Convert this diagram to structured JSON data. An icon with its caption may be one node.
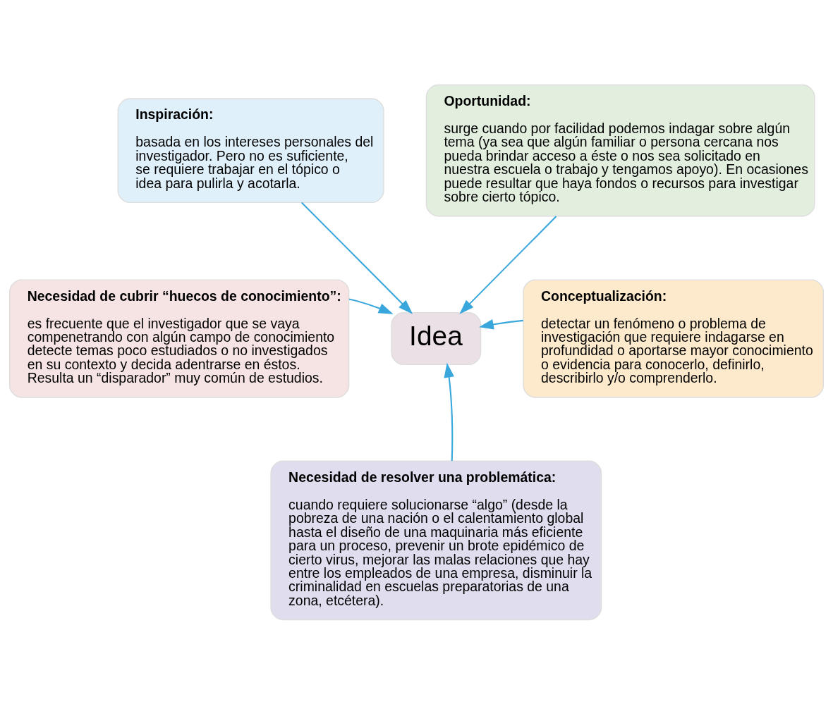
{
  "diagram": {
    "nodes": [
      {
        "text": [
          "Inspiración:",
          "basada en los intereses personales del investigador. Pero no es suficiente, se requiere trabajar en el tópico o idea para pulirla y acotarla."
        ]
      },
      {
        "text": [
          "Oportunidad:",
          "surge cuando por facilidad podemos indagar sobre algún tema (ya sea que algún familiar o persona cercana nos pueda brindar acceso a éste o nos sea solicitado en nuestra escuela o trabajo y tengamos apoyo). En ocasiones puede resultar que haya fondos o recursos para investigar sobre cierto tópico."
        ]
      },
      {
        "text": [
          "Necesidad de cubrir “huecos de conocimiento”:",
          "es frecuente que el investigador que se vaya compenetrando con algún campo de conocimiento detecte temas poco estudiados o no investigados en su contexto y decida adentrarse en éstos. Resulta un “disparador” muy común de estudios."
        ]
      },
      {
        "text": [
          "Idea"
        ]
      },
      {
        "text": [
          "Conceptualización:",
          "detectar un fenómeno o problema de investigación que requiere indagarse en profundidad o aportarse mayor conocimiento o evidencia para conocerlo, definirlo, describirlo y/o comprenderlo."
        ]
      },
      {
        "text": [
          "Necesidad de resolver una problemática:",
          "cuando requiere solucionarse “algo” (desde la pobreza de una nación o el calentamiento global hasta el diseño de una maquinaria más eficiente para un proceso, prevenir un brote epidémico de cierto virus, mejorar las malas relaciones que hay entre los empleados de una empresa, disminuir la criminalidad en escuelas preparatorias de una zona, etcétera)."
        ]
      }
    ],
    "edges": [
      {
        "from": 0,
        "to": 3,
        "arrow": "to"
      },
      {
        "from": 1,
        "to": 3,
        "arrow": "to"
      },
      {
        "from": 2,
        "to": 3,
        "arrow": "to"
      },
      {
        "from": 4,
        "to": 3,
        "arrow": "to"
      },
      {
        "from": 5,
        "to": 3,
        "arrow": "to"
      }
    ]
  }
}
